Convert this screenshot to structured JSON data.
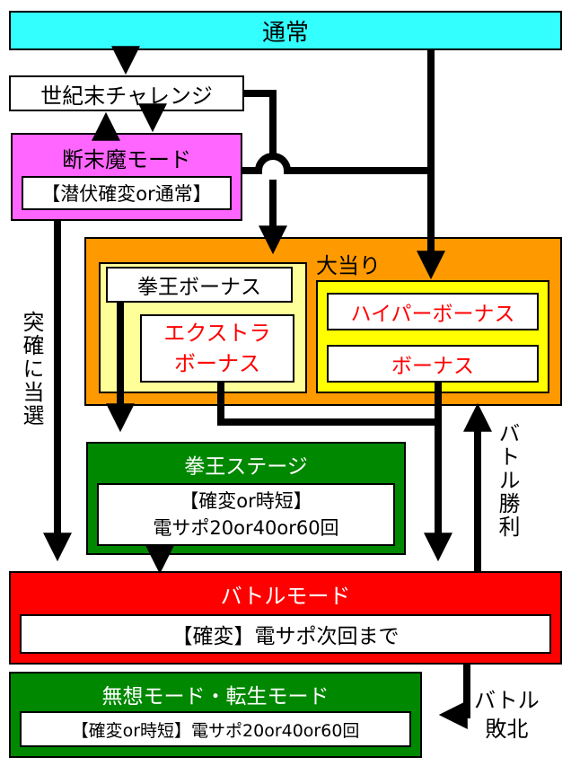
{
  "nodes": {
    "normal": "通常",
    "seikimatsu": "世紀末チャレンジ",
    "danmatsu": {
      "title": "断末魔モード",
      "sub": "【潜伏確変or通常】"
    },
    "jackpot": {
      "title": "大当り"
    },
    "kenou_bonus": "拳王ボーナス",
    "extra_bonus": {
      "line1": "エクストラ",
      "line2": "ボーナス"
    },
    "hyper_bonus": "ハイパーボーナス",
    "bonus": "ボーナス",
    "kenou_stage": {
      "title": "拳王ステージ",
      "line1": "【確変or時短】",
      "line2": "電サポ20or40or60回"
    },
    "battle_mode": {
      "title": "バトルモード",
      "sub": "【確変】電サポ次回まで"
    },
    "muso_mode": {
      "title": "無想モード・転生モード",
      "sub": "【確変or時短】電サポ20or40or60回"
    }
  },
  "edge_labels": {
    "sudden": "突確に当選",
    "battle_win": "バトル勝利",
    "battle_lose": {
      "line1": "バトル",
      "line2": "敗北"
    }
  },
  "colors": {
    "normal": "#33ffff",
    "danmatsu": "#ff66ff",
    "jackpot": "#ff9900",
    "kenou_panel": "#ffff99",
    "hyper_panel": "#ffff00",
    "green": "#008800",
    "battle": "#ff0000",
    "red_text": "#ff0000"
  }
}
